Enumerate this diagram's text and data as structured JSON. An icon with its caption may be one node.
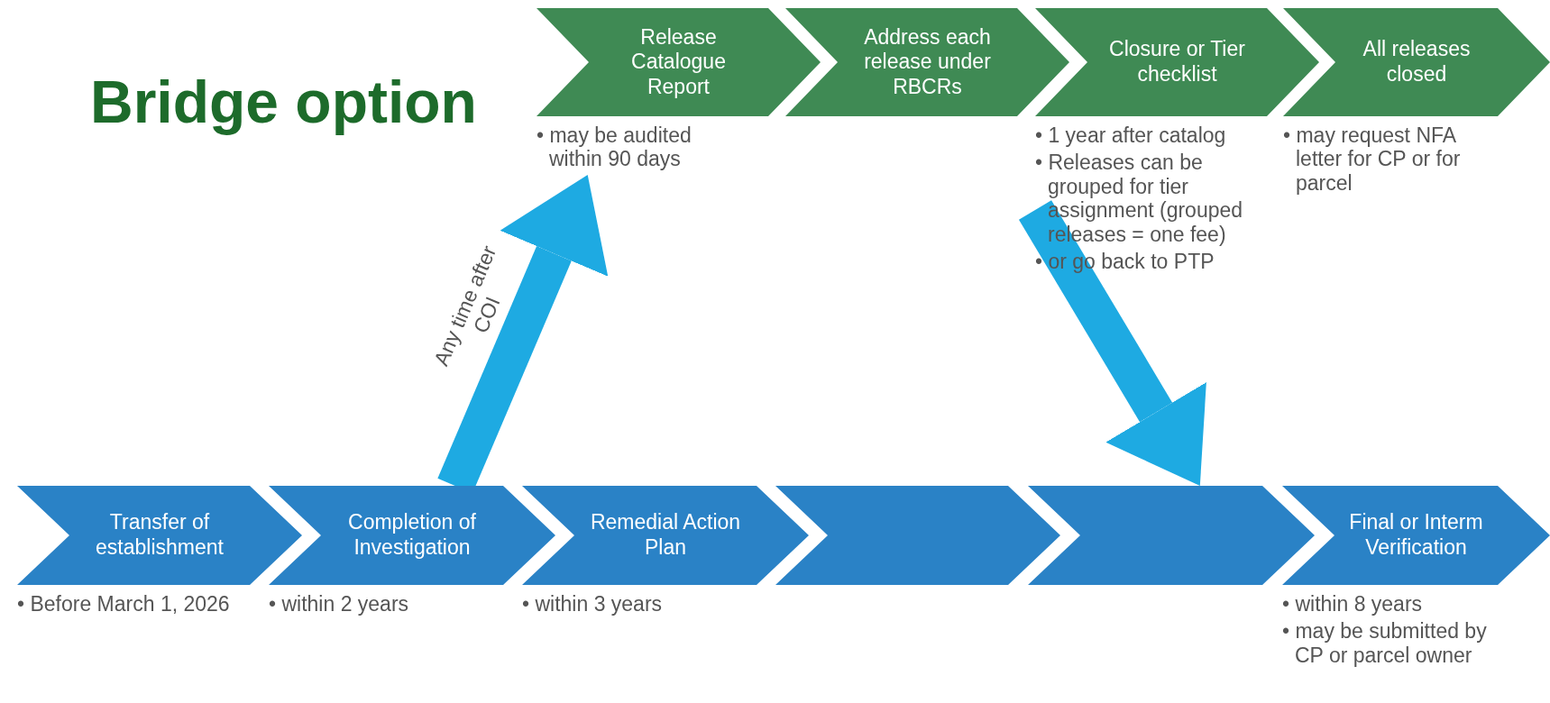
{
  "diagram": {
    "title": "Bridge option",
    "nodes": [
      {
        "text": [
          "Release Catalogue Report"
        ],
        "beside": [
          "• may be audited within 90 days"
        ]
      },
      {
        "text": [
          "Address each release under RBCRs"
        ]
      },
      {
        "text": [
          "Closure or Tier checklist"
        ],
        "beside": [
          "• 1 year after catalog",
          "• Releases can be grouped for tier assignment (grouped releases = one fee)",
          "• or go back to PTP"
        ]
      },
      {
        "text": [
          "All releases closed"
        ],
        "beside": [
          "• may request NFA letter for CP or for parcel"
        ]
      },
      {
        "text": [
          "Transfer of establishment"
        ],
        "beside": [
          "• Before March 1, 2026"
        ]
      },
      {
        "text": [
          "Completion of Investigation"
        ],
        "beside": [
          "• within 2 years"
        ]
      },
      {
        "text": [
          "Remedial Action Plan"
        ],
        "beside": [
          "• within 3 years"
        ]
      },
      {
        "text": [],
        "shape": "chevron"
      },
      {
        "text": [],
        "shape": "chevron"
      },
      {
        "text": [
          "Final or Interm Verification"
        ],
        "beside": [
          "• within 8 years",
          "• may be submitted by CP or parcel owner"
        ]
      }
    ],
    "edges": [
      {
        "from": 5,
        "to": 0,
        "arrow": "to",
        "label": "Any time after COI"
      },
      {
        "from": 2,
        "to": 8,
        "arrow": "to"
      }
    ]
  }
}
